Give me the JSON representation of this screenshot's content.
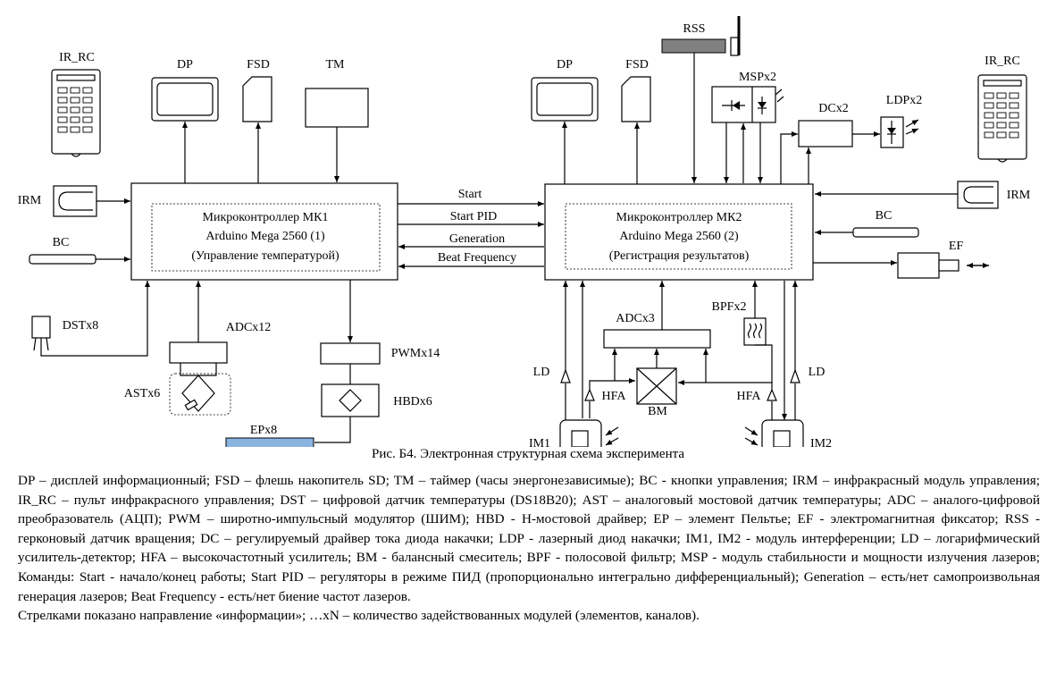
{
  "labels": {
    "ir_rc_left": "IR_RC",
    "ir_rc_right": "IR_RC",
    "dp_left": "DP",
    "fsd_left": "FSD",
    "tm": "TM",
    "dp_right": "DP",
    "fsd_right": "FSD",
    "rss": "RSS",
    "msp": "MSPx2",
    "dc": "DCx2",
    "ldp": "LDPx2",
    "irm_left": "IRM",
    "irm_right": "IRM",
    "bc_left": "BC",
    "bc_right": "BC",
    "ef": "EF",
    "dst": "DSTx8",
    "adc12": "ADCx12",
    "ast": "ASTx6",
    "pwm": "PWMx14",
    "hbd": "HBDx6",
    "ep": "EPx8",
    "adc3": "ADCx3",
    "bpf": "BPFx2",
    "ld_left": "LD",
    "ld_right": "LD",
    "hfa_left": "HFA",
    "hfa_right": "HFA",
    "bm": "BM",
    "im1": "IM1",
    "im2": "IM2"
  },
  "mk1": {
    "line1": "Микроконтроллер МК1",
    "line2": "Arduino Mega 2560 (1)",
    "line3": "(Управление температурой)"
  },
  "mk2": {
    "line1": "Микроконтроллер МК2",
    "line2": "Arduino Mega 2560 (2)",
    "line3": "(Регистрация результатов)"
  },
  "signals": {
    "start": "Start",
    "start_pid": "Start PID",
    "generation": "Generation",
    "beat_frequency": "Beat Frequency"
  },
  "caption": "Рис. Б4. Электронная структурная схема эксперимента",
  "legend": [
    "DP – дисплей информационный; FSD – флешь накопитель SD; TM – таймер (часы энергонезависимые); BC - кнопки управления; IRM – инфракрасный модуль управления; IR_RC – пульт инфракрасного управления; DST – цифровой датчик температуры (DS18B20); AST – аналоговый мостовой датчик температуры; ADC – аналого-цифровой преобразователь (АЦП); PWM – широтно-импульсный модулятор (ШИМ); HBD - H-мостовой драйвер; EP – элемент Пельтье; EF - электромагнитная фиксатор; RSS - герконовый датчик вращения; DC – регулируемый драйвер тока диода накачки; LDP - лазерный диод накачки; IM1, IM2 - модуль интерференции; LD – логарифмический усилитель-детектор; HFA – высокочастотный усилитель; BM - балансный смеситель; BPF - полосовой фильтр; MSP - модуль стабильности и мощности излучения лазеров; Команды: Start - начало/конец работы; Start PID – регуляторы в режиме ПИД (пропорционально интегрально дифференциальный); Generation – есть/нет самопроизвольная генерация лазеров; Beat Frequency - есть/нет биение частот лазеров.",
    "Стрелками показано направление «информации»; …xN – количество задействованных модулей (элементов, каналов)."
  ],
  "colors": {
    "ep_fill": "#8ab4e0"
  }
}
